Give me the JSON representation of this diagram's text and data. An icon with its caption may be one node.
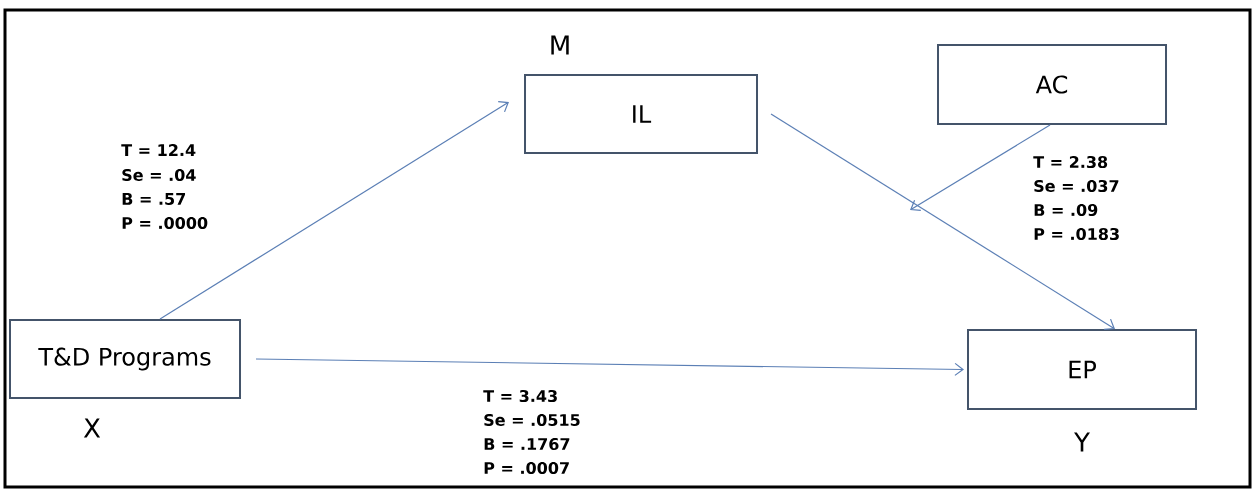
{
  "diagram": {
    "nodes": [
      {
        "text": [
          "IL"
        ],
        "beside": [
          "M"
        ]
      },
      {
        "text": [
          "AC"
        ]
      },
      {
        "text": [
          "T&D Programs"
        ],
        "beside": [
          "X"
        ]
      },
      {
        "text": [
          "EP"
        ],
        "beside": [
          "Y"
        ]
      }
    ],
    "edges": [
      {
        "from": 2,
        "to": 0,
        "arrow": "to"
      },
      {
        "from": 0,
        "to": 3,
        "arrow": "to"
      },
      {
        "from": 1,
        "to": null,
        "arrow": "to"
      },
      {
        "from": 2,
        "to": 3,
        "arrow": "to"
      }
    ],
    "labels": [
      "T = 12.4",
      "Se = .04",
      "B = .57",
      "P = .0000",
      "T = 2.38",
      "Se = .037",
      "B = .09",
      "P = .0183",
      "T = 3.43",
      "Se = .0515",
      "B = .1767",
      "P = .0007"
    ]
  }
}
